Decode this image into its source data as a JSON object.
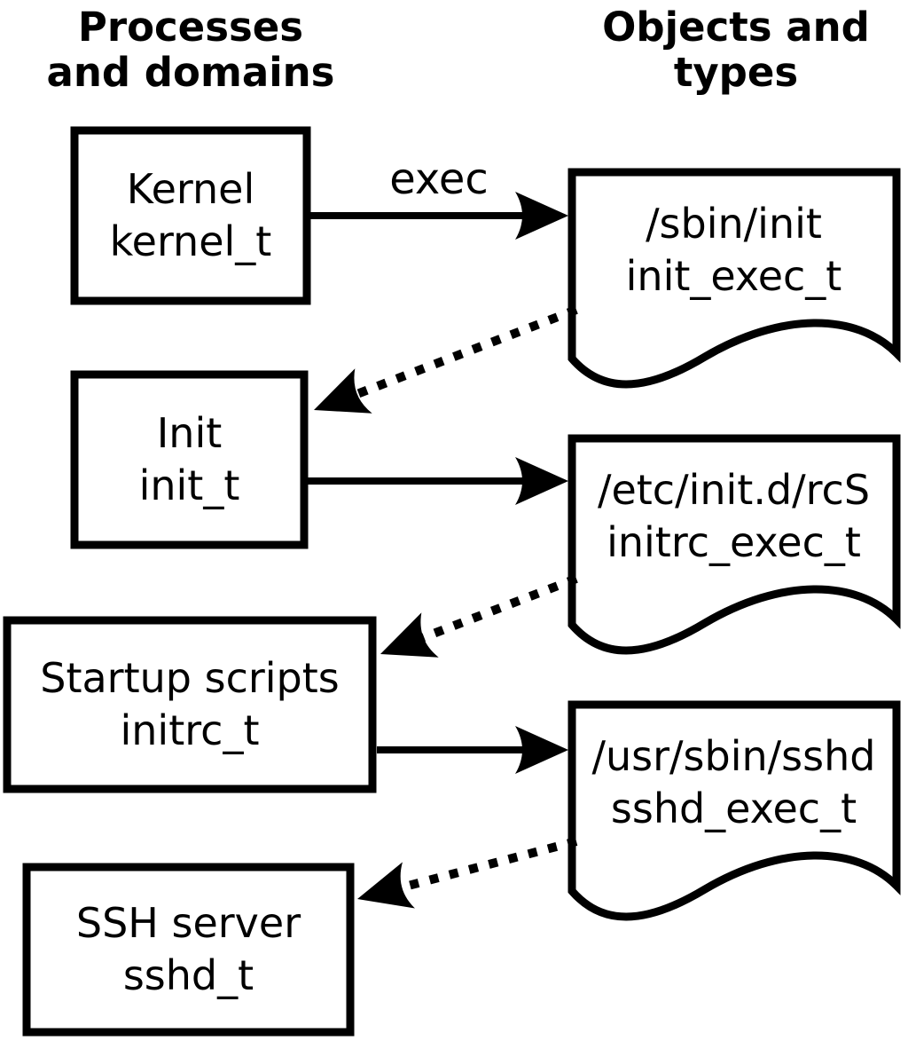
{
  "diagram": {
    "left_column_header": {
      "line1": "Processes",
      "line2": "and domains"
    },
    "right_column_header": {
      "line1": "Objects and",
      "line2": "types"
    },
    "process_nodes": [
      {
        "name": "Kernel",
        "type": "kernel_t"
      },
      {
        "name": "Init",
        "type": "init_t"
      },
      {
        "name": "Startup scripts",
        "type": "initrc_t"
      },
      {
        "name": "SSH server",
        "type": "sshd_t"
      }
    ],
    "object_nodes": [
      {
        "path": "/sbin/init",
        "type": "init_exec_t"
      },
      {
        "path": "/etc/init.d/rcS",
        "type": "initrc_exec_t"
      },
      {
        "path": "/usr/sbin/sshd",
        "type": "sshd_exec_t"
      }
    ],
    "arrow_labels": {
      "exec": "exec"
    },
    "colors": {
      "stroke": "#000000",
      "fill": "#ffffff"
    }
  }
}
